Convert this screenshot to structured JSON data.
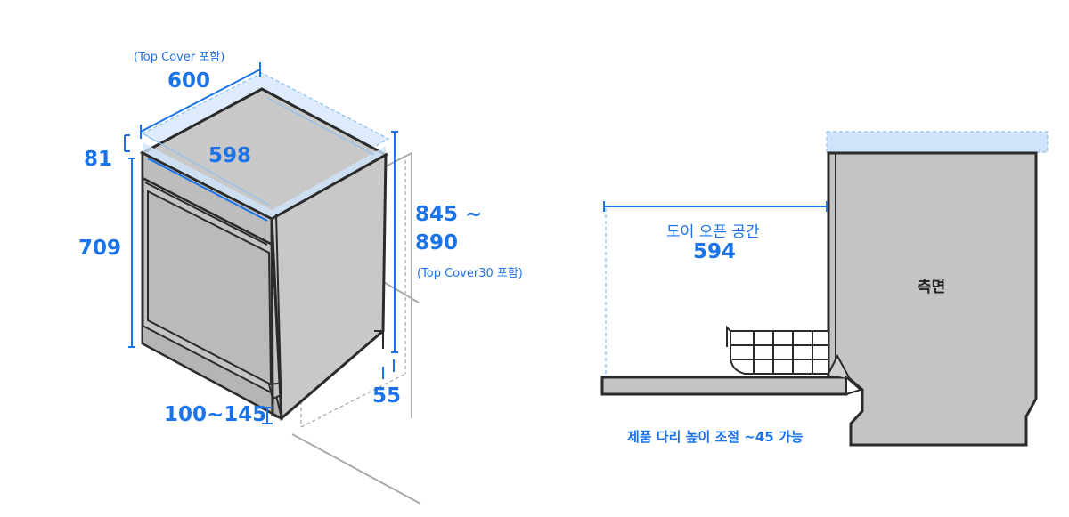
{
  "colors": {
    "accent": "#1a73e8",
    "light_blue": "#cfe3fb",
    "body_gray": "#c4c4c4",
    "outline": "#2b2b2b",
    "wall_gray": "#aaaaaa"
  },
  "front_view": {
    "top_cover_note": "(Top Cover 포함)",
    "width_with_cover": "600",
    "width": "598",
    "top_panel_height": "81",
    "door_height": "709",
    "height_range_line1": "845 ~",
    "height_range_line2": "890",
    "height_cover_note": "(Top Cover30 포함)",
    "kick_gap": "55",
    "toe_height": "100~145"
  },
  "side_view": {
    "door_open_label": "도어 오픈 공간",
    "door_open_value": "594",
    "side_label": "측면",
    "leg_note": "제품 다리 높이 조절 ~45 가능"
  }
}
